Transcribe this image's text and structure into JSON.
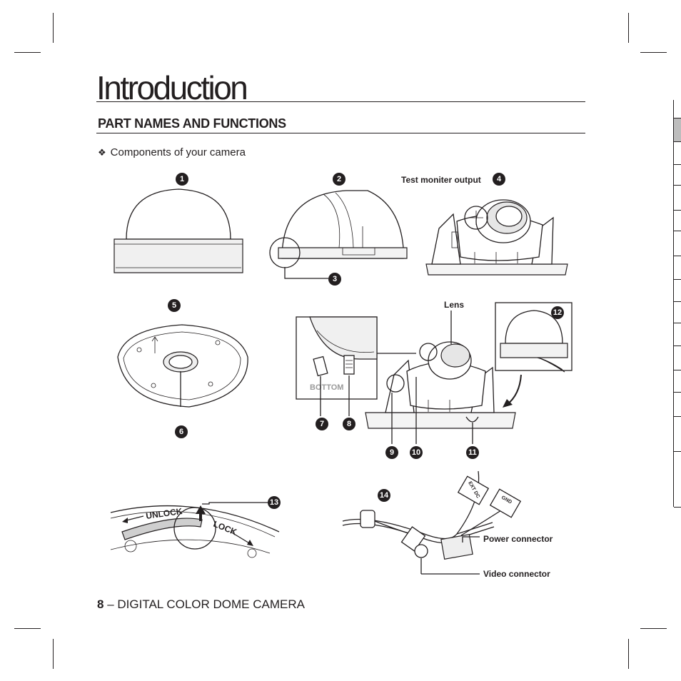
{
  "page": {
    "title": "Introduction",
    "section_heading": "PART NAMES AND FUNCTIONS",
    "subheading_symbol": "❖",
    "subheading": "Components of your camera"
  },
  "figure": {
    "markers": [
      "1",
      "2",
      "3",
      "4",
      "5",
      "6",
      "7",
      "8",
      "9",
      "10",
      "11",
      "12",
      "13",
      "14"
    ],
    "callouts": {
      "test_monitor_output": "Test moniter output",
      "lens": "Lens",
      "power_connector": "Power connector",
      "video_connector": "Video connector"
    },
    "diagram_text": {
      "unlock": "UNLOCK",
      "lock": "LOCK",
      "bottom": "BOTTOM",
      "ext_dc": "EXT DC",
      "gnd": "GND"
    }
  },
  "footer": {
    "page_number": "8",
    "text": " – DIGITAL COLOR DOME CAMERA"
  }
}
